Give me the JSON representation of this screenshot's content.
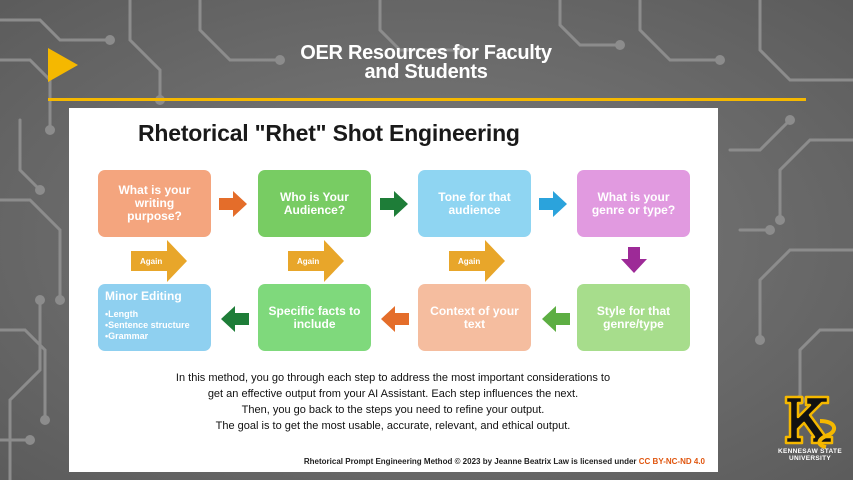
{
  "header": {
    "title_line1": "OER Resources for Faculty",
    "title_line2": "and Students"
  },
  "slide": {
    "title": "Rhetorical \"Rhet\" Shot Engineering",
    "steps": [
      {
        "label": "What is your writing purpose?",
        "color": "#f4a57e"
      },
      {
        "label": "Who is Your Audience?",
        "color": "#78cc63"
      },
      {
        "label": "Tone for that audience",
        "color": "#8fd5f2"
      },
      {
        "label": "What is your genre or type?",
        "color": "#e19ae0"
      },
      {
        "label": "Style for that genre/type",
        "color": "#a7dd8c"
      },
      {
        "label": "Context of your text",
        "color": "#f5bd9f"
      },
      {
        "label": "Specific facts to include",
        "color": "#7fd97c"
      },
      {
        "label": "Minor Editing",
        "color": "#8fd0f0",
        "items": [
          "Length",
          "Sentence structure",
          "Grammar"
        ]
      }
    ],
    "again_label": "Again",
    "arrow_colors": {
      "orange": "#e46d2a",
      "dark_green": "#1e7d38",
      "blue": "#2ba3dc",
      "purple": "#9d2a97",
      "light_green": "#5dae43",
      "gold": "#e8a62a"
    },
    "description": [
      "In this method, you go through each step to address the most important considerations to",
      "get an effective output from your AI Assistant. Each step influences the next.",
      "Then, you go back to the steps you need to refine your output.",
      "The goal is to get the most usable, accurate, relevant, and ethical output."
    ],
    "credit_text": "Rhetorical Prompt Engineering Method © 2023 by Jeanne Beatrix Law is licensed under ",
    "credit_license": "CC BY-NC-ND 4.0"
  },
  "logo": {
    "line1": "KENNESAW STATE",
    "line2": "UNIVERSITY",
    "accent": "#f5b800"
  }
}
